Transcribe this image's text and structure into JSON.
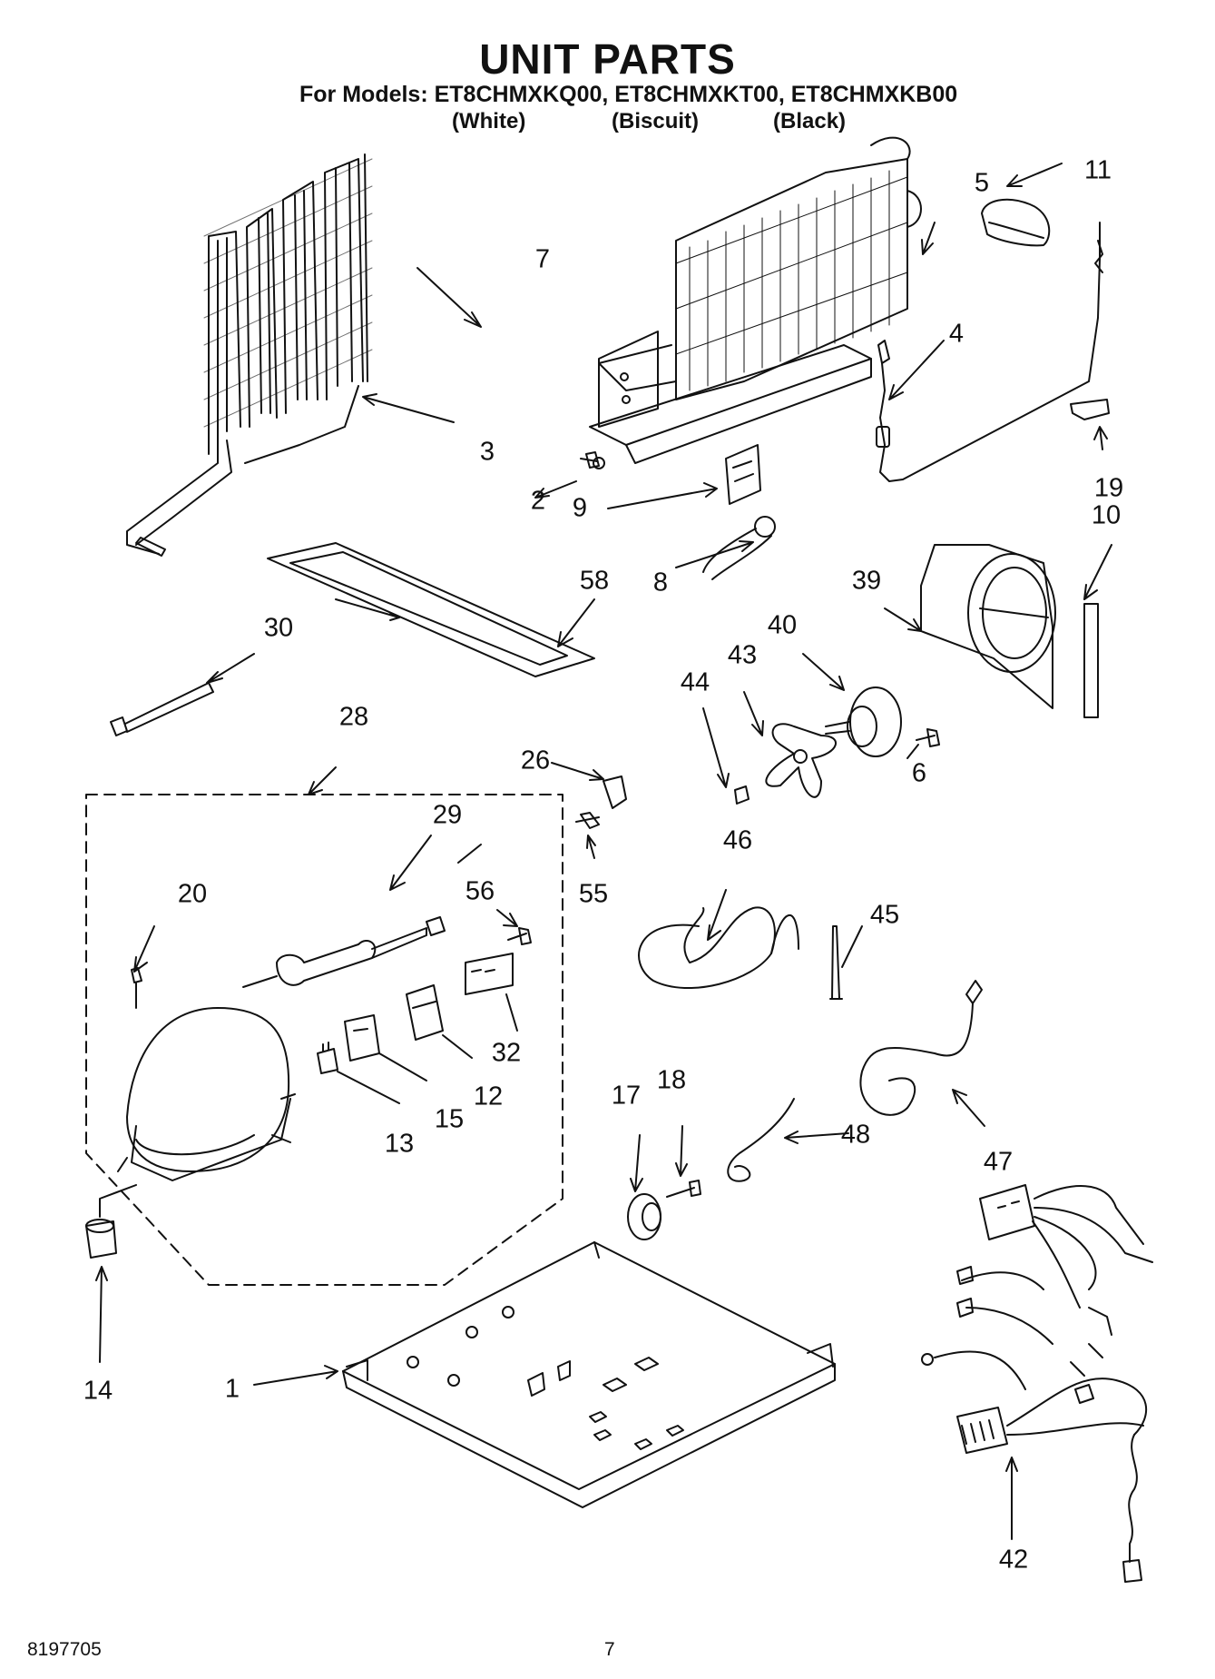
{
  "header": {
    "title": "UNIT PARTS",
    "models_line": "For Models: ET8CHMXKQ00, ET8CHMXKT00, ET8CHMXKB00",
    "colors": [
      "(White)",
      "(Biscuit)",
      "(Black)"
    ]
  },
  "callouts": {
    "c1": "1",
    "c2": "2",
    "c3": "3",
    "c4": "4",
    "c5": "5",
    "c6": "6",
    "c7": "7",
    "c8": "8",
    "c9": "9",
    "c10": "10",
    "c11": "11",
    "c12": "12",
    "c13": "13",
    "c14": "14",
    "c15": "15",
    "c17": "17",
    "c18": "18",
    "c19": "19",
    "c20": "20",
    "c26": "26",
    "c28": "28",
    "c29": "29",
    "c30": "30",
    "c32": "32",
    "c39": "39",
    "c40": "40",
    "c42": "42",
    "c43": "43",
    "c44": "44",
    "c45": "45",
    "c46": "46",
    "c47": "47",
    "c48": "48",
    "c55": "55",
    "c56": "56",
    "c58": "58"
  },
  "footer": {
    "doc_number": "8197705",
    "page_number": "7"
  }
}
